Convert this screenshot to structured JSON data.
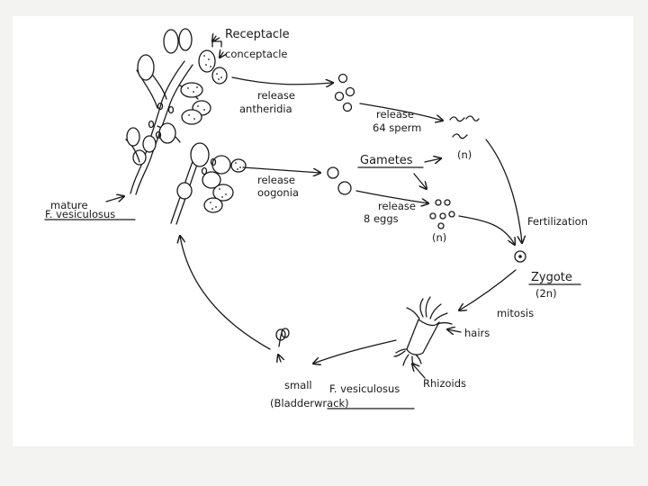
{
  "diagram": {
    "labels": {
      "receptacle": "Receptacle",
      "conceptacle": "conceptacle",
      "release_antheridia": [
        "release",
        "antheridia"
      ],
      "release_sperm": [
        "release",
        "64 sperm"
      ],
      "sperm_n": "(n)",
      "gametes": "Gametes",
      "release_oogonia": [
        "release",
        "oogonia"
      ],
      "release_eggs": [
        "release",
        "8 eggs"
      ],
      "eggs_n": "(n)",
      "fertilization": "Fertilization",
      "zygote": "Zygote",
      "zygote_2n": "(2n)",
      "mitosis": "mitosis",
      "hairs": "hairs",
      "rhizoids": "Rhizoids",
      "small_prefix": "small",
      "small_species": "F. vesiculosus",
      "small_common": "(Bladderwrack)",
      "mature": "mature",
      "mature_species": "F. vesiculosus"
    }
  }
}
